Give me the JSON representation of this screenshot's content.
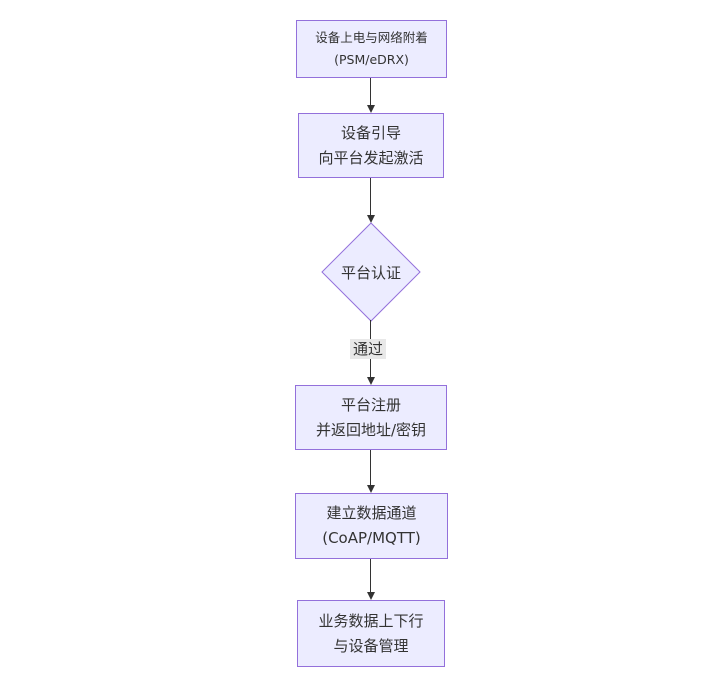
{
  "flowchart": {
    "direction": "top-down",
    "nodes": [
      {
        "id": "A",
        "type": "rect",
        "lines": [
          "设备上电与网络附着",
          "(PSM/eDRX)"
        ]
      },
      {
        "id": "B",
        "type": "rect",
        "lines": [
          "设备引导",
          "向平台发起激活"
        ]
      },
      {
        "id": "C",
        "type": "diamond",
        "lines": [
          "平台认证"
        ]
      },
      {
        "id": "D",
        "type": "rect",
        "lines": [
          "平台注册",
          "并返回地址/密钥"
        ]
      },
      {
        "id": "E",
        "type": "rect",
        "lines": [
          "建立数据通道",
          "(CoAP/MQTT)"
        ]
      },
      {
        "id": "F",
        "type": "rect",
        "lines": [
          "业务数据上下行",
          "与设备管理"
        ]
      }
    ],
    "edges": [
      {
        "from": "A",
        "to": "B",
        "label": ""
      },
      {
        "from": "B",
        "to": "C",
        "label": ""
      },
      {
        "from": "C",
        "to": "D",
        "label": "通过"
      },
      {
        "from": "D",
        "to": "E",
        "label": ""
      },
      {
        "from": "E",
        "to": "F",
        "label": ""
      }
    ],
    "colors": {
      "node_fill": "#ECECFF",
      "node_border": "#9370DB",
      "edge_line": "#333333",
      "edge_label_bg": "#e8e8e8",
      "text": "#333333",
      "background": "#ffffff"
    }
  }
}
